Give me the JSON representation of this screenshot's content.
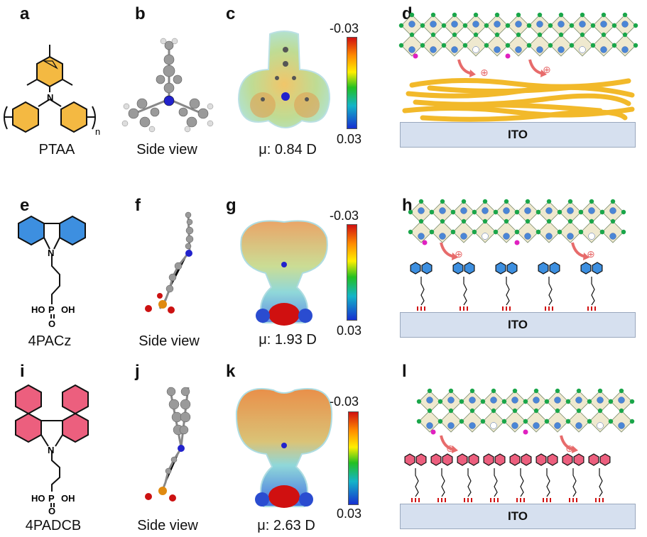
{
  "rows": [
    {
      "letters": [
        "a",
        "b",
        "c",
        "d"
      ],
      "molecule_name": "PTAA",
      "view_caption": "Side view",
      "dipole_caption": "μ: 0.84 D",
      "scale_top": "-0.03",
      "scale_bottom": "0.03",
      "substrate_label": "ITO",
      "ring_color": "#f4b942"
    },
    {
      "letters": [
        "e",
        "f",
        "g",
        "h"
      ],
      "molecule_name": "4PACz",
      "view_caption": "Side view",
      "dipole_caption": "μ: 1.93 D",
      "scale_top": "-0.03",
      "scale_bottom": "0.03",
      "substrate_label": "ITO",
      "ring_color": "#3d8fe0"
    },
    {
      "letters": [
        "i",
        "j",
        "k",
        "l"
      ],
      "molecule_name": "4PADCB",
      "view_caption": "Side view",
      "dipole_caption": "μ: 2.63 D",
      "scale_top": "-0.03",
      "scale_bottom": "0.03",
      "substrate_label": "ITO",
      "ring_color": "#ec5f7e"
    }
  ],
  "chem": {
    "N": "N",
    "n": "n",
    "ho": "HO",
    "p": "P",
    "oh": "OH",
    "o": "O",
    "hole_symbol": "⊕"
  },
  "colors": {
    "perovskite_green": "#1aa64a",
    "perovskite_blue": "#4a86d6",
    "octahedra_fill": "#efe9cf",
    "ito_fill": "#d6e0ef",
    "arrow": "#e76b6b",
    "magenta_ion": "#e020c0",
    "ptaa_chain": "#f2b92a"
  }
}
